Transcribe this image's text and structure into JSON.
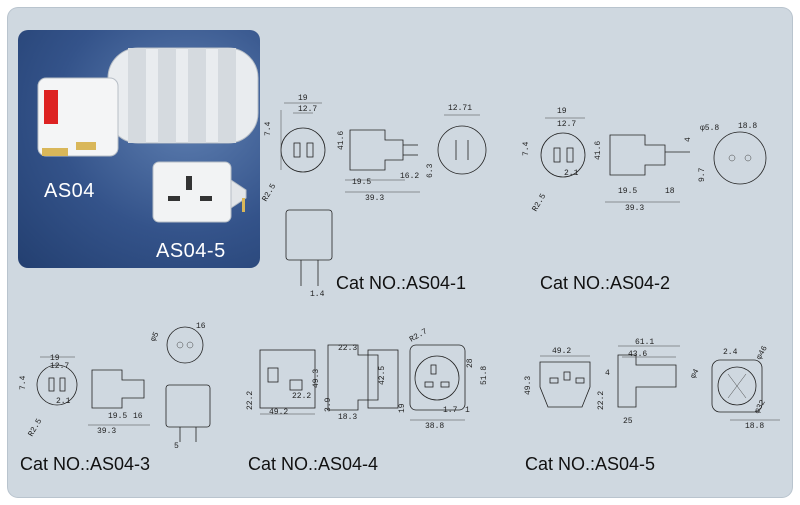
{
  "photo": {
    "label_main": "AS04",
    "label_small": "AS04-5"
  },
  "catalog": [
    {
      "label": "Cat NO.:AS04-1"
    },
    {
      "label": "Cat NO.:AS04-2"
    },
    {
      "label": "Cat NO.:AS04-3"
    },
    {
      "label": "Cat NO.:AS04-4"
    },
    {
      "label": "Cat NO.:AS04-5"
    }
  ],
  "dims": {
    "as04_1": [
      "19",
      "12.7",
      "7.4",
      "41.6",
      "19.5",
      "16.2",
      "6.3",
      "39.3",
      "12.71",
      "R2.5",
      "1.4"
    ],
    "as04_2": [
      "19",
      "12.7",
      "7.4",
      "41.6",
      "2.1",
      "19.5",
      "18",
      "39.3",
      "4",
      "φ5.8",
      "18.8",
      "9.7",
      "R2.5"
    ],
    "as04_3": [
      "19",
      "12.7",
      "7.4",
      "2.1",
      "19.5",
      "16",
      "39.3",
      "φ5",
      "16",
      "5",
      "R2.5"
    ],
    "as04_4": [
      "22.3",
      "22.2",
      "49.2",
      "3.9",
      "49.3",
      "18.3",
      "42.5",
      "28",
      "51.8",
      "19",
      "38.8",
      "R2.7",
      "1.7",
      "22.2",
      "1"
    ],
    "as04_5": [
      "49.2",
      "61.1",
      "43.6",
      "49.3",
      "4",
      "22.2",
      "25",
      "2.4",
      "φ46",
      "φ4",
      "φ32",
      "18.8"
    ]
  }
}
